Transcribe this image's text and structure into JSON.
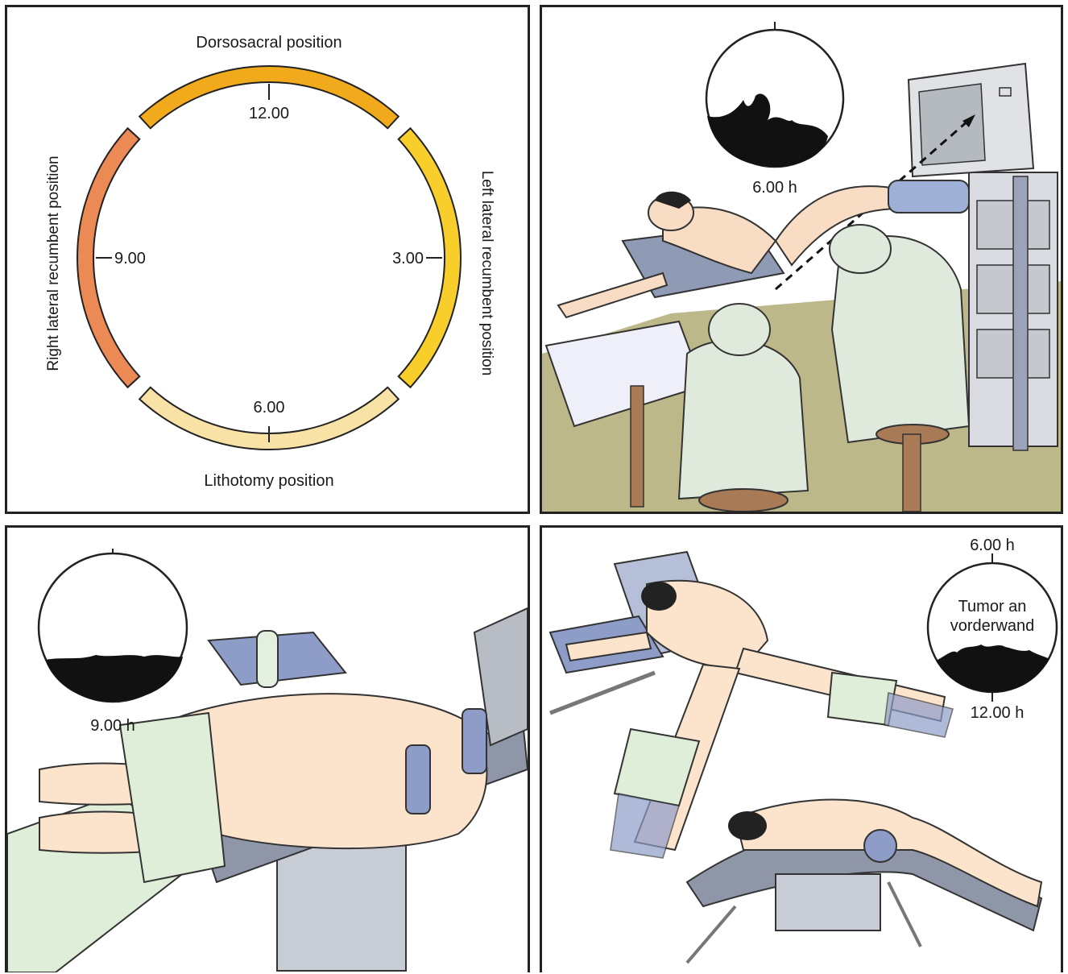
{
  "clock_diagram": {
    "top_label": "Dorsosacral position",
    "bottom_label": "Lithotomy position",
    "left_label": "Right lateral recumbent position",
    "right_label": "Left lateral recumbent position",
    "tick_12": "12.00",
    "tick_3": "3.00",
    "tick_6": "6.00",
    "tick_9": "9.00",
    "colors": {
      "top": "#f1aa1c",
      "right": "#f8cf2a",
      "bottom": "#f8e2a6",
      "left": "#ec8a55"
    }
  },
  "lithotomy_scene": {
    "view_label": "6.00 h"
  },
  "lateral_scene": {
    "view_label": "9.00 h"
  },
  "prone_scene": {
    "view_top_label": "6.00 h",
    "view_bottom_label": "12.00 h",
    "tumor_line1": "Tumor an",
    "tumor_line2": "vorderwand"
  }
}
